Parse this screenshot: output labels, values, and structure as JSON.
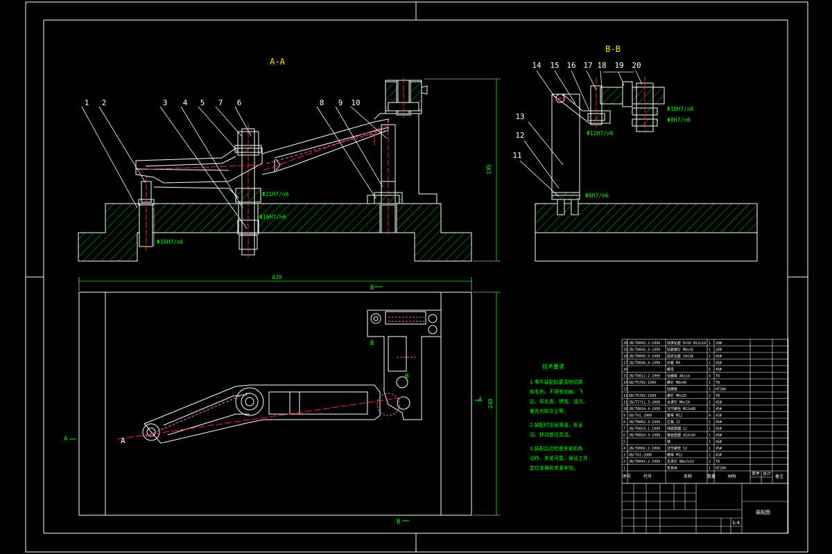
{
  "views": {
    "section_aa": "A-A",
    "section_bb": "B-B",
    "label_a_left": "A",
    "label_a_right": "A",
    "label_a_arrow": "A",
    "label_b_top": "B",
    "label_b_bottom": "B",
    "label_b_mid1": "B",
    "label_b_mid2": "B"
  },
  "part_numbers_aa": [
    "1",
    "2",
    "3",
    "4",
    "5",
    "7",
    "6",
    "8",
    "9",
    "10"
  ],
  "part_numbers_bb": [
    "14",
    "15",
    "16",
    "17",
    "18",
    "19",
    "20",
    "13",
    "12",
    "11"
  ],
  "dimensions": {
    "height_aa": "195",
    "width_plan": "420",
    "height_plan": "240",
    "fit_1": "Φ10H7/n6",
    "fit_2": "Φ16H7/n6",
    "fit_3": "Φ21H7/n6",
    "fit_4": "Φ18H7/n6",
    "fit_5": "Φ8H7/n6",
    "fit_6": "Φ12H7/n6",
    "fit_7": "Φ6H7/n6",
    "fit_8": "Φ10H7/n6"
  },
  "notes": {
    "title": "技术要求",
    "lines": [
      "1.零件装配前要清除切屑",
      "和毛刺，不得有划痕、飞",
      "边、氧化皮、锈蚀、油污、",
      "着色剂和灰尘等。",
      "2.装配时涂润滑油，各运",
      "动、移动部位灵活。",
      "3.装配后应检查夹紧机构",
      "动作，夹紧可靠，保证工件",
      "定位准确和夹紧牢固。"
    ]
  },
  "bom": {
    "rows": [
      [
        "20",
        "JB/T8043.2-1999",
        "快换钻套 D=10 Ø12x16",
        "1",
        "20#"
      ],
      [
        "19",
        "JB/T8045.3-1999",
        "钻套螺钉 M8x16",
        "1",
        "20#"
      ],
      [
        "18",
        "JB/T8045.5-1999",
        "固定钻套 10x18",
        "1",
        "45#"
      ],
      [
        "17",
        "JB/T8046.4-1999",
        "衬套 M4",
        "1",
        "45#"
      ],
      [
        "16",
        "",
        "螺母",
        "1",
        "45#"
      ],
      [
        "15",
        "JB/T8012.2-1999",
        "钻模板 A6x14",
        "4",
        "T8"
      ],
      [
        "14",
        "GB/T5782-1999",
        "螺钉 M8x40",
        "1",
        "T8"
      ],
      [
        "13",
        "",
        "钻模板",
        "1",
        "HT200"
      ],
      [
        "12",
        "GB/T5782-1999",
        "螺钉 M6x25",
        "2",
        "T8"
      ],
      [
        "11",
        "JB/T7711.3-2000",
        "支承钉 M6x18",
        "2",
        "45#"
      ],
      [
        "10",
        "JB/T8024.4-1999",
        "活节螺栓 M12x80",
        "1",
        "45#"
      ],
      [
        "9",
        "GB/T41-2000",
        "螺母 M12",
        "4",
        "45#"
      ],
      [
        "8",
        "JB/T8002.3-1999",
        "压板 12",
        "1",
        "45#"
      ],
      [
        "7",
        "JB/T8024.1-1999",
        "球面垫圈 12",
        "1",
        "45#"
      ],
      [
        "6",
        "JB/T8024.3-1999",
        "锥面垫圈 A12x26",
        "1",
        "45#"
      ],
      [
        "5",
        "",
        "销",
        "1",
        "45#"
      ],
      [
        "4",
        "JB/T8002.2-1999",
        "活节螺栓 12",
        "1",
        "45#"
      ],
      [
        "3",
        "GB/T41-2000",
        "螺母 M12",
        "2",
        "45#"
      ],
      [
        "2",
        "JB/T8042.2-1999",
        "支承钉 B8x7x22",
        "2",
        "T8"
      ],
      [
        "1",
        "",
        "夹具体",
        "1",
        "HT200"
      ]
    ],
    "header": [
      "序号",
      "代号",
      "名称",
      "数量",
      "材料",
      "单件",
      "总计",
      "备注"
    ],
    "weight_header": [
      "单件",
      "总计"
    ]
  },
  "title_block": {
    "drawing_name": "装配图",
    "scale": "1:4"
  },
  "colors": {
    "background": "#000000",
    "outline": "#ffffff",
    "hatch": "#00ff00",
    "center_line": "#ff2a2a",
    "hidden_line": "#ff5fd2",
    "view_label": "#ffe600",
    "dimension": "#00ff00"
  }
}
